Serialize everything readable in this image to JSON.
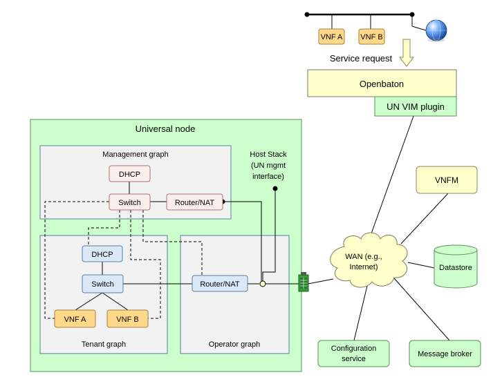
{
  "top_service": {
    "vnf_a": "VNF A",
    "vnf_b": "VNF B",
    "service_request": "Service request"
  },
  "openbaton": {
    "title": "Openbaton",
    "plugin": "UN VIM plugin"
  },
  "universal_node": {
    "title": "Universal node",
    "host_stack": [
      "Host Stack",
      "(UN mgmt",
      "interface)"
    ],
    "management_graph": {
      "title": "Management graph",
      "dhcp": "DHCP",
      "switch": "Switch",
      "router": "Router/NAT"
    },
    "tenant_graph": {
      "title": "Tenant graph",
      "dhcp": "DHCP",
      "switch": "Switch",
      "vnf_a": "VNF A",
      "vnf_b": "VNF B"
    },
    "operator_graph": {
      "title": "Operator graph",
      "router": "Router/NAT"
    }
  },
  "wan": [
    "WAN (e.g.,",
    "Internet)"
  ],
  "vnfm": "VNFM",
  "datastore": "Datastore",
  "configuration_service": [
    "Configuration",
    "service"
  ],
  "message_broker": "Message broker",
  "colors": {
    "node_fill": "#ccffcc",
    "graph_fill": "#f2f2f2",
    "graph_border": "#4f7d9e",
    "yellow_fill": "#ffffcc",
    "vnf_fill": "#ffd88a",
    "tenant_box_fill": "#dae8f8",
    "mgmt_box_fill": "#fdeeee",
    "green_border": "#5a8e5a"
  }
}
